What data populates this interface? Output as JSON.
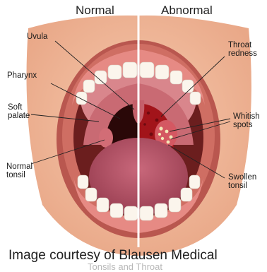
{
  "headers": {
    "left": "Normal",
    "right": "Abnormal"
  },
  "labels": {
    "uvula": "Uvula",
    "pharynx": "Pharynx",
    "soft_palate": "Soft\npalate",
    "normal_tonsil": "Normal\ntonsil",
    "throat_redness": "Throat\nredness",
    "whitish_spots": "Whitish\nspots",
    "swollen_tonsil": "Swollen\ntonsil"
  },
  "credit": "Image courtesy of Blausen Medical",
  "watermark": "Tonsils and Throat",
  "colors": {
    "skin": "#f1b898",
    "lips": "#b9574f",
    "mouth_interior": "#6b1e1e",
    "gums": "#e68a84",
    "teeth": "#fbf5ec",
    "tongue": "#b04e63",
    "throat_normal": "#2a0808",
    "throat_redness": "#a2141a",
    "whitish_spots": "#f3e7b8",
    "divider": "#ffffff"
  }
}
